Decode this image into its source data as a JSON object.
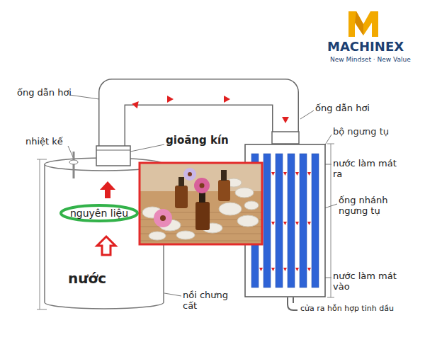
{
  "diagram": {
    "nodes": [
      {
        "text": [
          "nước"
        ]
      },
      {
        "text": [
          "nguyên liệu"
        ],
        "in": 0
      },
      {
        "text": [
          "bộ ngưng tụ"
        ]
      }
    ],
    "edges": [
      {
        "from": 0,
        "to": 2,
        "arrow": "to"
      }
    ],
    "labels": [
      "ống dẫn hơi",
      "nhiệt kế",
      "gioăng kín",
      "nồi chưng cất",
      "ống dẫn hơi",
      "nước làm mát ra",
      "ống nhánh ngưng tụ",
      "nước làm mát vào",
      "cửa ra hỗn hợp tinh dầu",
      "MACHINEX",
      "New Mindset · New Value"
    ]
  }
}
